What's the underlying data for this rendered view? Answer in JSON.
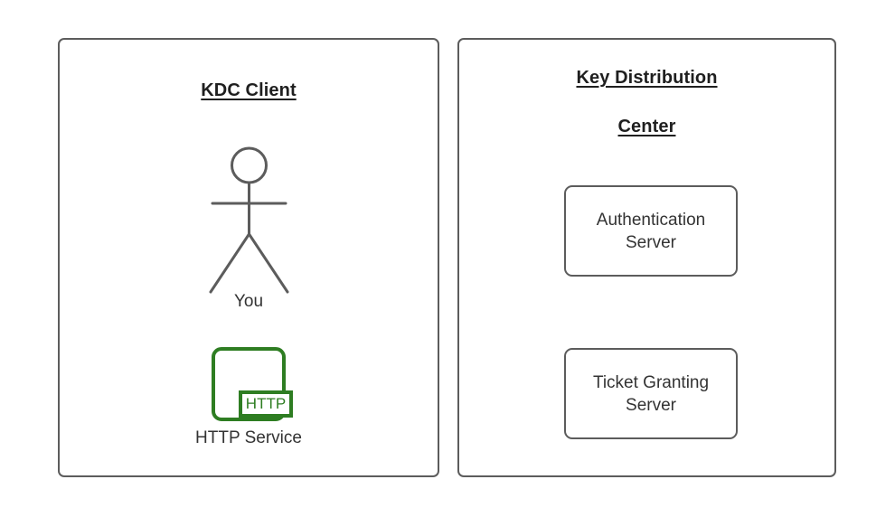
{
  "diagram": {
    "background_color": "#ffffff",
    "stroke_color": "#5c5c5c",
    "text_color": "#333333",
    "title_color": "#1f1f1f",
    "accent_green": "#2e7d22"
  },
  "client_panel": {
    "title": "KDC Client",
    "actor": {
      "icon": "stick-figure-person-icon",
      "label": "You"
    },
    "service": {
      "icon": "http-service-icon",
      "badge_text": "HTTP",
      "label": "HTTP Service"
    }
  },
  "kdc_panel": {
    "title_line1": "Key Distribution",
    "title_line2": "Center",
    "servers": [
      {
        "label": "Authentication\nServer"
      },
      {
        "label": "Ticket Granting\nServer"
      }
    ]
  }
}
